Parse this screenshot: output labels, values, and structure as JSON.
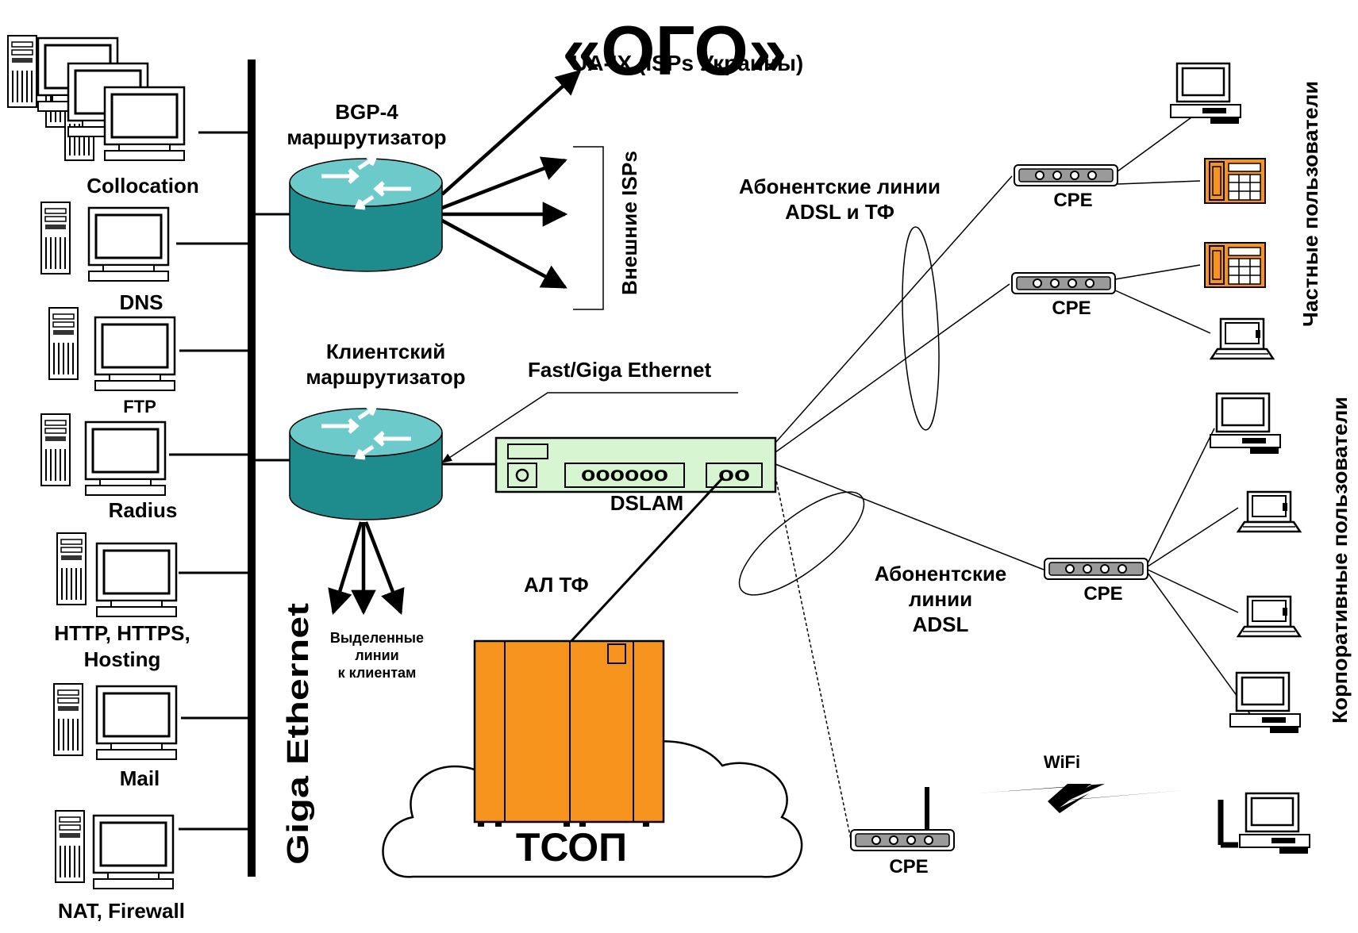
{
  "title": "«ОГО»",
  "uaix_label": "UA-IX (ISPs Украины)",
  "servers": [
    {
      "key": "collocation",
      "label": "Collocation"
    },
    {
      "key": "dns",
      "label": "DNS"
    },
    {
      "key": "ftp",
      "label": "FTP"
    },
    {
      "key": "radius",
      "label": "Radius"
    },
    {
      "key": "http",
      "label1": "HTTP, HTTPS,",
      "label2": "Hosting"
    },
    {
      "key": "mail",
      "label": "Mail"
    },
    {
      "key": "nat",
      "label": "NAT, Firewall"
    }
  ],
  "backbone_label": "Giga Ethernet",
  "bgp_router": {
    "line1": "BGP-4",
    "line2": "маршрутизатор"
  },
  "external_isps": "Внешние ISPs",
  "client_router": {
    "line1": "Клиентский",
    "line2": "маршрутизатор"
  },
  "fast_giga": "Fast/Giga Ethernet",
  "dslam": {
    "label": "DSLAM",
    "ports": "оооооо",
    "uplink": "оо"
  },
  "leased_lines": {
    "line1": "Выделенные",
    "line2": "линии",
    "line3": "к клиентам"
  },
  "al_tf": "АЛ ТФ",
  "pstn": "ТСОП",
  "subscriber_lines_top": {
    "line1": "Абонентские линии",
    "line2": "ADSL и ТФ"
  },
  "subscriber_lines_bottom": {
    "line1": "Абонентские",
    "line2": "линии",
    "line3": "ADSL"
  },
  "cpe_label": "CPE",
  "wifi": "WiFi",
  "private_users": "Частные пользователи",
  "corporate_users": "Корпоративные пользователи",
  "colors": {
    "router": "#1e8c8c",
    "dslam": "#d6f5d0",
    "pstn": "#f7941d",
    "phone": "#f7941d"
  }
}
